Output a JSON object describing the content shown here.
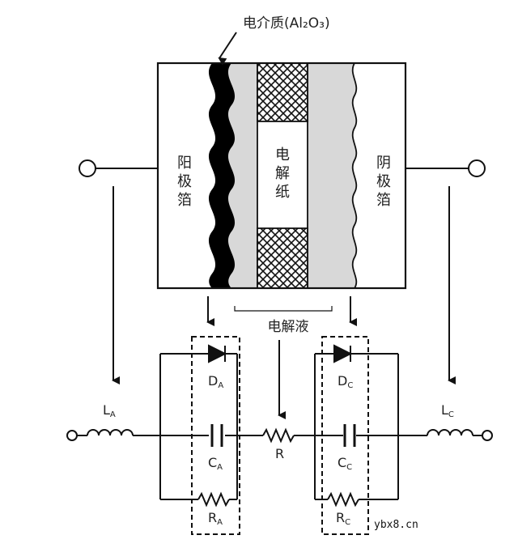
{
  "labels": {
    "dielectric": "电介质(Al₂O₃)",
    "anode_foil": [
      "阳",
      "极",
      "箔"
    ],
    "paper": [
      "电",
      "解",
      "纸"
    ],
    "cathode_foil": [
      "阴",
      "极",
      "箔"
    ],
    "electrolyte": "电解液",
    "DA": {
      "main": "D",
      "sub": "A"
    },
    "DC": {
      "main": "D",
      "sub": "C"
    },
    "CA": {
      "main": "C",
      "sub": "A"
    },
    "CC": {
      "main": "C",
      "sub": "C"
    },
    "RA": {
      "main": "R",
      "sub": "A"
    },
    "RC": {
      "main": "R",
      "sub": "C"
    },
    "LA": {
      "main": "L",
      "sub": "A"
    },
    "LC": {
      "main": "L",
      "sub": "C"
    },
    "R": "R"
  },
  "watermark": "ybx8.cn",
  "colors": {
    "line": "#111111",
    "fill_gray": "#d8d8d8",
    "dielectric": "#000000"
  }
}
